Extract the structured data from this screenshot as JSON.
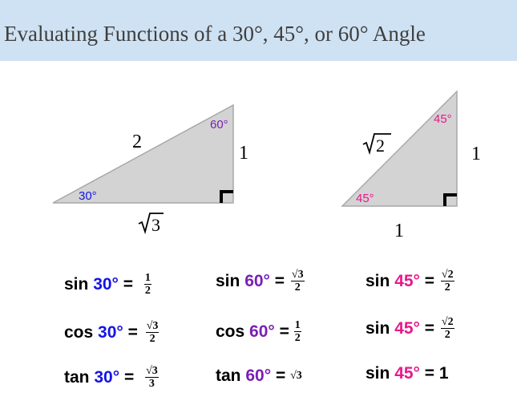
{
  "title": "Evaluating Functions of a 30°, 45°, or 60° Angle",
  "colors": {
    "banner": "#cfe2f3",
    "blue": "#1414e6",
    "purple": "#7a1fb5",
    "pink": "#e6198c",
    "triangle_fill": "#d3d3d3"
  },
  "triangle_30_60": {
    "hypotenuse": "2",
    "vertical_leg": "1",
    "horizontal_leg_radicand": "3",
    "angle_bottom_left": "30°",
    "angle_top_right": "60°"
  },
  "triangle_45": {
    "hypotenuse_radicand": "2",
    "vertical_leg": "1",
    "horizontal_leg": "1",
    "angle_top": "45°",
    "angle_bottom_left": "45°"
  },
  "functions": [
    {
      "fn": "sin",
      "angle": "30°",
      "eq": "=",
      "num": "1",
      "den": "2"
    },
    {
      "fn": "cos",
      "angle": "30°",
      "eq": "=",
      "num": "√3",
      "den": "2"
    },
    {
      "fn": "tan",
      "angle": "30°",
      "eq": "=",
      "num": "√3",
      "den": "3"
    },
    {
      "fn": "sin",
      "angle": "60°",
      "eq": "=",
      "num": "√3",
      "den": "2"
    },
    {
      "fn": "cos",
      "angle": "60°",
      "eq": "=",
      "num": "1",
      "den": "2"
    },
    {
      "fn": "tan",
      "angle": "60°",
      "eq": "=",
      "value": "√3"
    },
    {
      "fn": "sin",
      "angle": "45°",
      "eq": "=",
      "num": "√2",
      "den": "2"
    },
    {
      "fn": "sin",
      "angle": "45°",
      "eq": "=",
      "num": "√2",
      "den": "2"
    },
    {
      "fn": "sin",
      "angle": "45°",
      "eq": "=",
      "value": "1"
    }
  ]
}
